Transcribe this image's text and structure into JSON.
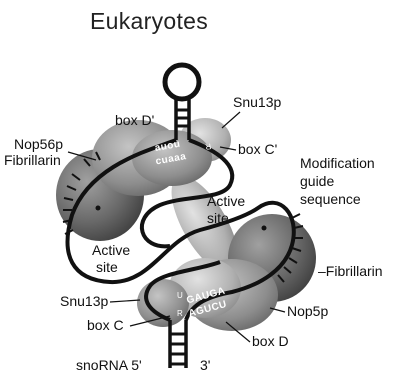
{
  "title": "Eukaryotes",
  "labels": {
    "nop56p": "Nop56p",
    "box_d_prime": "box D'",
    "snu13p_top": "Snu13p",
    "box_c_prime": "box C'",
    "fibrillarin_left": "Fibrillarin",
    "modification_guide": [
      "Modification",
      "guide",
      "sequence"
    ],
    "active_site_upper": [
      "Active",
      "site"
    ],
    "active_site_lower": [
      "Active",
      "site"
    ],
    "fibrillarin_right": "–Fibrillarin",
    "snu13p_bottom": "Snu13p",
    "nop5p": "Nop5p",
    "box_c": "box C",
    "box_d": "box D",
    "snorna": "snoRNA 5'",
    "three_prime": "3'"
  },
  "sequences": {
    "upper_top": "nonɐ",
    "upper_bottom": "ɐɐɐnɔ",
    "upper_r": "R",
    "lower_top": "GAUGA",
    "lower_bottom": "AGUCU",
    "lower_u": "U",
    "lower_r": "R"
  },
  "colors": {
    "protein_dark": "#555555",
    "protein_mid": "#8a8a8a",
    "protein_light": "#b8b8b8",
    "rna_line": "#111111"
  }
}
